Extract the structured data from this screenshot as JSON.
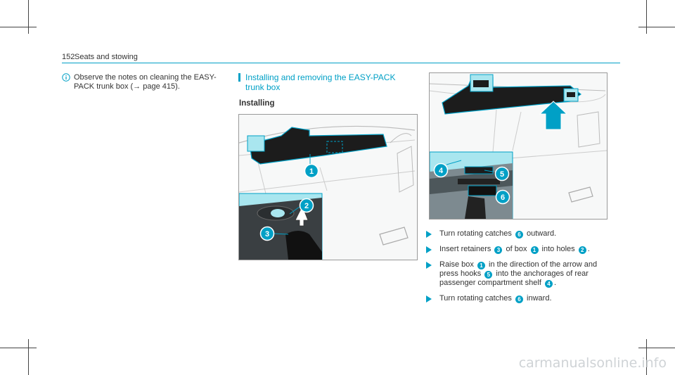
{
  "header": {
    "page_number": "152",
    "title": "Seats and stowing"
  },
  "note": {
    "icon": "info-icon",
    "text_part1": "Observe the notes on cleaning the EASY-PACK trunk box (",
    "link_arrow": "→",
    "link_text": "page 415",
    "text_part2": ")."
  },
  "section": {
    "title": "Installing and removing the EASY-PACK trunk box",
    "subtitle": "Installing"
  },
  "figure1": {
    "callouts": [
      "1",
      "2",
      "3"
    ]
  },
  "figure2": {
    "callouts": [
      "4",
      "5",
      "6"
    ]
  },
  "steps": [
    {
      "parts": [
        "Turn rotating catches ",
        "6",
        " outward."
      ]
    },
    {
      "parts": [
        "Insert retainers ",
        "3",
        " of box ",
        "1",
        " into holes ",
        "2",
        "."
      ]
    },
    {
      "parts": [
        "Raise box ",
        "1",
        " in the direction of the arrow and press hooks ",
        "5",
        " into the anchorages of rear passenger compartment shelf ",
        "4",
        "."
      ]
    },
    {
      "parts": [
        "Turn rotating catches ",
        "6",
        " inward."
      ]
    }
  ],
  "watermark": "carmanualsonline.info",
  "colors": {
    "accent": "#00a0c6",
    "highlight": "#a9e6ef",
    "text": "#333333"
  }
}
